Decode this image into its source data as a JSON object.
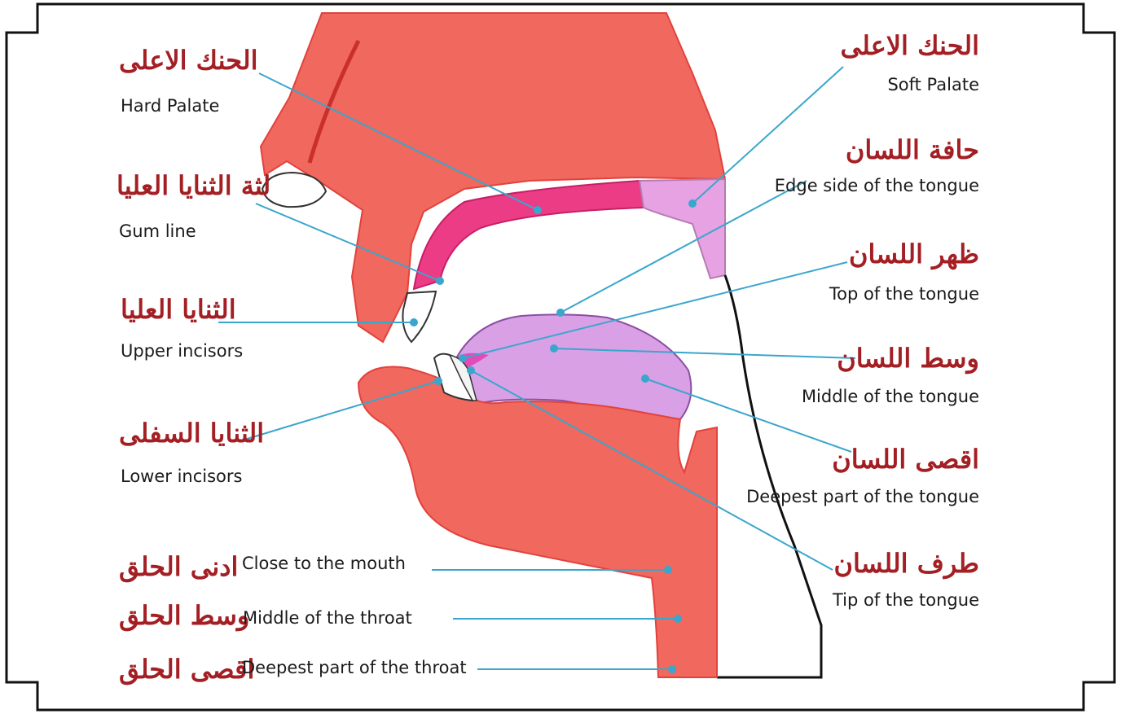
{
  "labels": {
    "hard_palate": {
      "ar": "الحنك الاعلى",
      "en": "Hard Palate"
    },
    "soft_palate": {
      "ar": "الحنك الاعلى",
      "en": "Soft Palate"
    },
    "gum_line": {
      "ar": "لثة الثنايا العليا",
      "en": "Gum line"
    },
    "tongue_edge": {
      "ar": "حافة اللسان",
      "en": "Edge side of the tongue"
    },
    "tongue_top": {
      "ar": "ظهر اللسان",
      "en": "Top of the tongue"
    },
    "upper_incisors": {
      "ar": "الثنايا العليا",
      "en": "Upper incisors"
    },
    "tongue_middle": {
      "ar": "وسط اللسان",
      "en": "Middle of the tongue"
    },
    "lower_incisors": {
      "ar": "الثنايا السفلى",
      "en": "Lower incisors"
    },
    "tongue_deepest": {
      "ar": "اقصى اللسان",
      "en": "Deepest part of the tongue"
    },
    "tongue_tip": {
      "ar": "طرف اللسان",
      "en": "Tip of the tongue"
    },
    "throat_close": {
      "ar": "ادنى الحلق",
      "en": "Close to the mouth"
    },
    "throat_middle": {
      "ar": "وسط الحلق",
      "en": "Middle of the throat"
    },
    "throat_deepest": {
      "ar": "اقصى الحلق",
      "en": "Deepest part of the throat"
    }
  },
  "colors": {
    "flesh": "#f0685e",
    "flesh_dark": "#e2423c",
    "hard_palate": "#ec3c86",
    "soft_palate": "#e6a2e2",
    "tongue": "#d9a0e6",
    "leader_line": "#3aa6cc",
    "arabic_text": "#a31f24",
    "frame": "#111111"
  }
}
